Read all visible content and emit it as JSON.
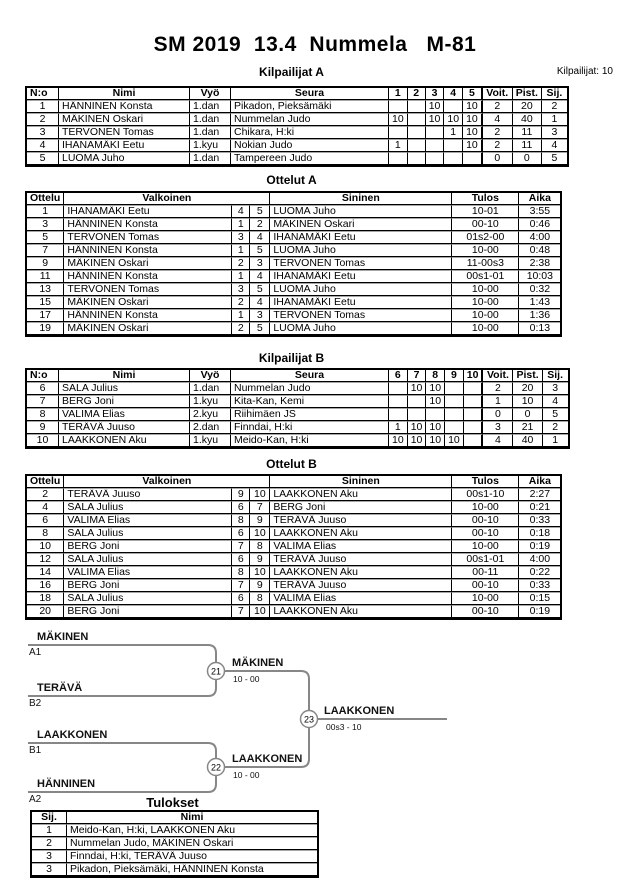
{
  "title": "SM 2019  13.4  Nummela   M-81",
  "competitors_note": "Kilpailijat: 10",
  "pool_a": {
    "heading": "Kilpailijat A",
    "columns": [
      "N:o",
      "Nimi",
      "Vyö",
      "Seura",
      "1",
      "2",
      "3",
      "4",
      "5",
      "Voit.",
      "Pist.",
      "Sij."
    ],
    "rows": [
      {
        "no": "1",
        "name": "HÄNNINEN Konsta",
        "belt": "1.dan",
        "club": "Pikadon, Pieksämäki",
        "s1": "",
        "s2": "",
        "s3": "10",
        "s4": "",
        "s5": "10",
        "wins": "2",
        "points": "20",
        "place": "2"
      },
      {
        "no": "2",
        "name": "MÄKINEN Oskari",
        "belt": "1.dan",
        "club": "Nummelan Judo",
        "s1": "10",
        "s2": "",
        "s3": "10",
        "s4": "10",
        "s5": "10",
        "wins": "4",
        "points": "40",
        "place": "1"
      },
      {
        "no": "3",
        "name": "TERVONEN Tomas",
        "belt": "1.dan",
        "club": "Chikara, H:ki",
        "s1": "",
        "s2": "",
        "s3": "",
        "s4": "1",
        "s5": "10",
        "wins": "2",
        "points": "11",
        "place": "3"
      },
      {
        "no": "4",
        "name": "IHANAMÄKI Eetu",
        "belt": "1.kyu",
        "club": "Nokian Judo",
        "s1": "1",
        "s2": "",
        "s3": "",
        "s4": "",
        "s5": "10",
        "wins": "2",
        "points": "11",
        "place": "4"
      },
      {
        "no": "5",
        "name": "LUOMA Juho",
        "belt": "1.dan",
        "club": "Tampereen Judo",
        "s1": "",
        "s2": "",
        "s3": "",
        "s4": "",
        "s5": "",
        "wins": "0",
        "points": "0",
        "place": "5"
      }
    ]
  },
  "matches_a": {
    "heading": "Ottelut A",
    "columns": [
      "Ottelu",
      "Valkoinen",
      "Sininen",
      "Tulos",
      "Aika"
    ],
    "rows": [
      {
        "no": "1",
        "white": "IHANAMÄKI Eetu",
        "wn": "4",
        "bn": "5",
        "blue": "LUOMA Juho",
        "result": "10-01",
        "time": "3:55"
      },
      {
        "no": "3",
        "white": "HÄNNINEN Konsta",
        "wn": "1",
        "bn": "2",
        "blue": "MÄKINEN Oskari",
        "result": "00-10",
        "time": "0:46"
      },
      {
        "no": "5",
        "white": "TERVONEN Tomas",
        "wn": "3",
        "bn": "4",
        "blue": "IHANAMÄKI Eetu",
        "result": "01s2-00",
        "time": "4:00"
      },
      {
        "no": "7",
        "white": "HÄNNINEN Konsta",
        "wn": "1",
        "bn": "5",
        "blue": "LUOMA Juho",
        "result": "10-00",
        "time": "0:48"
      },
      {
        "no": "9",
        "white": "MÄKINEN Oskari",
        "wn": "2",
        "bn": "3",
        "blue": "TERVONEN Tomas",
        "result": "11-00s3",
        "time": "2:38"
      },
      {
        "no": "11",
        "white": "HÄNNINEN Konsta",
        "wn": "1",
        "bn": "4",
        "blue": "IHANAMÄKI Eetu",
        "result": "00s1-01",
        "time": "10:03"
      },
      {
        "no": "13",
        "white": "TERVONEN Tomas",
        "wn": "3",
        "bn": "5",
        "blue": "LUOMA Juho",
        "result": "10-00",
        "time": "0:32"
      },
      {
        "no": "15",
        "white": "MÄKINEN Oskari",
        "wn": "2",
        "bn": "4",
        "blue": "IHANAMÄKI Eetu",
        "result": "10-00",
        "time": "1:43"
      },
      {
        "no": "17",
        "white": "HÄNNINEN Konsta",
        "wn": "1",
        "bn": "3",
        "blue": "TERVONEN Tomas",
        "result": "10-00",
        "time": "1:36"
      },
      {
        "no": "19",
        "white": "MÄKINEN Oskari",
        "wn": "2",
        "bn": "5",
        "blue": "LUOMA Juho",
        "result": "10-00",
        "time": "0:13"
      }
    ]
  },
  "pool_b": {
    "heading": "Kilpailijat B",
    "columns": [
      "N:o",
      "Nimi",
      "Vyö",
      "Seura",
      "6",
      "7",
      "8",
      "9",
      "10",
      "Voit.",
      "Pist.",
      "Sij."
    ],
    "rows": [
      {
        "no": "6",
        "name": "SALA Julius",
        "belt": "1.dan",
        "club": "Nummelan Judo",
        "s1": "",
        "s2": "10",
        "s3": "10",
        "s4": "",
        "s5": "",
        "wins": "2",
        "points": "20",
        "place": "3"
      },
      {
        "no": "7",
        "name": "BERG Joni",
        "belt": "1.kyu",
        "club": "Kita-Kan, Kemi",
        "s1": "",
        "s2": "",
        "s3": "10",
        "s4": "",
        "s5": "",
        "wins": "1",
        "points": "10",
        "place": "4"
      },
      {
        "no": "8",
        "name": "VALIMA Elias",
        "belt": "2.kyu",
        "club": "Riihimäen JS",
        "s1": "",
        "s2": "",
        "s3": "",
        "s4": "",
        "s5": "",
        "wins": "0",
        "points": "0",
        "place": "5"
      },
      {
        "no": "9",
        "name": "TERÄVÄ Juuso",
        "belt": "2.dan",
        "club": "Finndai, H:ki",
        "s1": "1",
        "s2": "10",
        "s3": "10",
        "s4": "",
        "s5": "",
        "wins": "3",
        "points": "21",
        "place": "2"
      },
      {
        "no": "10",
        "name": "LAAKKONEN Aku",
        "belt": "1.kyu",
        "club": "Meido-Kan, H:ki",
        "s1": "10",
        "s2": "10",
        "s3": "10",
        "s4": "10",
        "s5": "",
        "wins": "4",
        "points": "40",
        "place": "1"
      }
    ]
  },
  "matches_b": {
    "heading": "Ottelut B",
    "columns": [
      "Ottelu",
      "Valkoinen",
      "Sininen",
      "Tulos",
      "Aika"
    ],
    "rows": [
      {
        "no": "2",
        "white": "TERÄVÄ Juuso",
        "wn": "9",
        "bn": "10",
        "blue": "LAAKKONEN Aku",
        "result": "00s1-10",
        "time": "2:27"
      },
      {
        "no": "4",
        "white": "SALA Julius",
        "wn": "6",
        "bn": "7",
        "blue": "BERG Joni",
        "result": "10-00",
        "time": "0:21"
      },
      {
        "no": "6",
        "white": "VALIMA Elias",
        "wn": "8",
        "bn": "9",
        "blue": "TERÄVÄ Juuso",
        "result": "00-10",
        "time": "0:33"
      },
      {
        "no": "8",
        "white": "SALA Julius",
        "wn": "6",
        "bn": "10",
        "blue": "LAAKKONEN Aku",
        "result": "00-10",
        "time": "0:18"
      },
      {
        "no": "10",
        "white": "BERG Joni",
        "wn": "7",
        "bn": "8",
        "blue": "VALIMA Elias",
        "result": "10-00",
        "time": "0:19"
      },
      {
        "no": "12",
        "white": "SALA Julius",
        "wn": "6",
        "bn": "9",
        "blue": "TERÄVÄ Juuso",
        "result": "00s1-01",
        "time": "4:00"
      },
      {
        "no": "14",
        "white": "VALIMA Elias",
        "wn": "8",
        "bn": "10",
        "blue": "LAAKKONEN Aku",
        "result": "00-11",
        "time": "0:22"
      },
      {
        "no": "16",
        "white": "BERG Joni",
        "wn": "7",
        "bn": "9",
        "blue": "TERÄVÄ Juuso",
        "result": "00-10",
        "time": "0:33"
      },
      {
        "no": "18",
        "white": "SALA Julius",
        "wn": "6",
        "bn": "8",
        "blue": "VALIMA Elias",
        "result": "10-00",
        "time": "0:15"
      },
      {
        "no": "20",
        "white": "BERG Joni",
        "wn": "7",
        "bn": "10",
        "blue": "LAAKKONEN Aku",
        "result": "00-10",
        "time": "0:19"
      }
    ]
  },
  "bracket": {
    "semi1": {
      "top_name": "MÄKINEN",
      "top_seed": "A1",
      "bottom_name": "TERÄVÄ",
      "bottom_seed": "B2",
      "match_no": "21",
      "winner": "MÄKINEN",
      "score": "10 - 00"
    },
    "semi2": {
      "top_name": "LAAKKONEN",
      "top_seed": "B1",
      "bottom_name": "HÄNNINEN",
      "bottom_seed": "A2",
      "match_no": "22",
      "winner": "LAAKKONEN",
      "score": "10 - 00"
    },
    "final": {
      "match_no": "23",
      "winner": "LAAKKONEN",
      "score": "00s3 - 10"
    }
  },
  "results": {
    "heading": "Tulokset",
    "columns": [
      "Sij.",
      "Nimi"
    ],
    "rows": [
      {
        "place": "1",
        "name": "Meido-Kan, H:ki, LAAKKONEN Aku"
      },
      {
        "place": "2",
        "name": "Nummelan Judo, MÄKINEN Oskari"
      },
      {
        "place": "3",
        "name": "Finndai, H:ki, TERÄVÄ Juuso"
      },
      {
        "place": "3",
        "name": "Pikadon, Pieksämäki, HÄNNINEN Konsta"
      }
    ]
  },
  "colors": {
    "line_gray": "#878787",
    "row_separator": "#a6a6a6",
    "text": "#000000"
  }
}
